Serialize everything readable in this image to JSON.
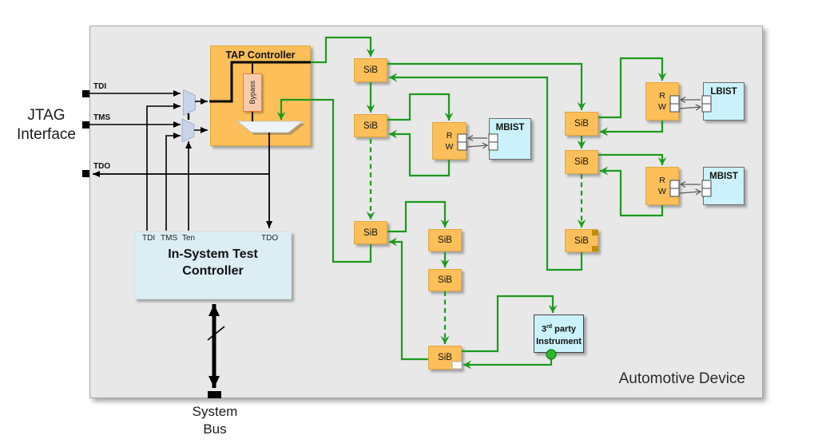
{
  "device": {
    "label": "Automotive Device"
  },
  "jtag": {
    "line1": "JTAG",
    "line2": "Interface",
    "tdi": "TDI",
    "tms": "TMS",
    "tdo": "TDO"
  },
  "tap": {
    "title": "TAP Controller",
    "bypass": "Bypass"
  },
  "istc": {
    "line1": "In-System Test",
    "line2": "Controller",
    "tdi": "TDI",
    "tms": "TMS",
    "ten": "Ten",
    "tdo": "TDO"
  },
  "system_bus": {
    "line1": "System",
    "line2": "Bus"
  },
  "sib": {
    "label": "SiB"
  },
  "rw": {
    "r": "R",
    "w": "W"
  },
  "bist": {
    "lbist": "LBIST",
    "mbist_right": "MBIST",
    "mbist_mid": "MBIST"
  },
  "third_party": {
    "num": "3",
    "sup": "rd",
    "word": "party",
    "line2": "Instrument"
  },
  "icons": {
    "mux": "trapezoid-mux-icon",
    "tdo_mux": "output-mux-icon",
    "bus": "double-arrow-bus-icon",
    "access_port": "green-dot-port-icon"
  },
  "colors": {
    "wire_green": "#1c9a1c",
    "dot_green": "#2db82d",
    "box_orange": "#fcbf5a",
    "marker_gold": "#bf9000",
    "box_cyan": "#cbf2fa",
    "istc_blue": "#dcedf4",
    "mux_blue": "#c7d4ea",
    "bypass_fill": "#f8cbad",
    "bypass_border": "#ed7d31",
    "device_gray": "#e8e8e8",
    "wire_black": "#000000",
    "port_arrow_gray": "#595959"
  }
}
